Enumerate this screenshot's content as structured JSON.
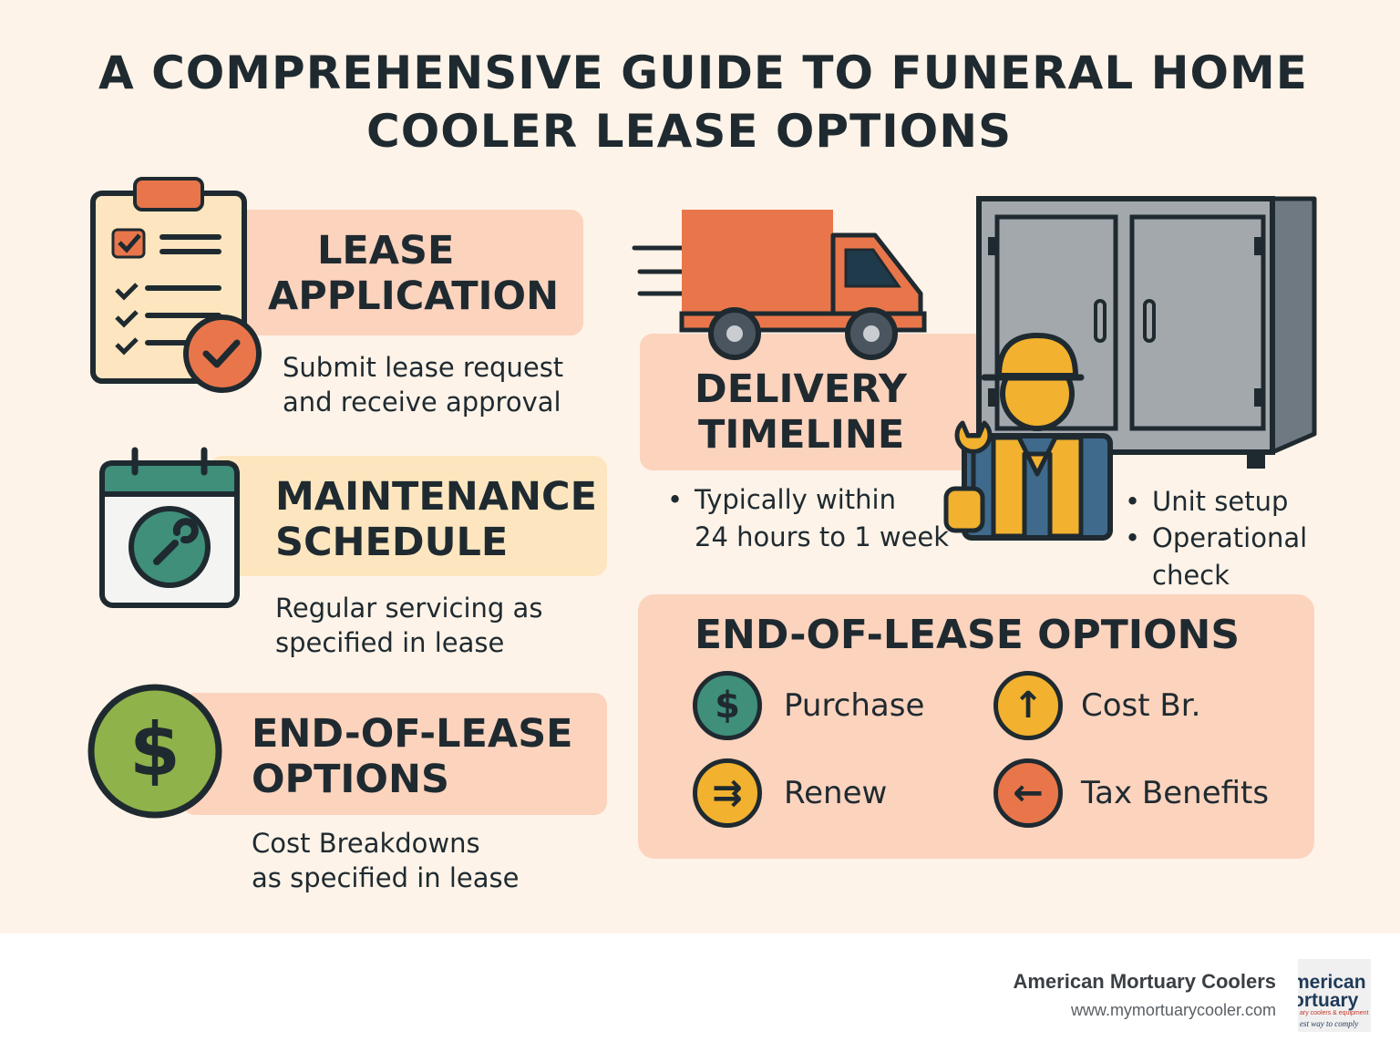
{
  "title": {
    "line1": "A COMPREHENSIVE GUIDE TO FUNERAL HOME",
    "line2": "COOLER LEASE OPTIONS"
  },
  "left": {
    "application": {
      "heading_line1": "LEASE",
      "heading_line2": "APPLICATION",
      "desc_line1": "Submit lease request",
      "desc_line2": "and receive approval",
      "icon": "clipboard-checklist-icon"
    },
    "maintenance": {
      "heading_line1": "MAINTENANCE",
      "heading_line2": "SCHEDULE",
      "desc_line1": "Regular servicing as",
      "desc_line2": "specified in lease",
      "icon": "calendar-wrench-icon"
    },
    "end_of_lease": {
      "heading_line1": "END-OF-LEASE",
      "heading_line2": "OPTIONS",
      "desc_line1": "Cost Breakdowns",
      "desc_line2": "as specified in lease",
      "icon": "dollar-coin-icon"
    }
  },
  "delivery": {
    "heading_line1": "DELIVERY",
    "heading_line2": "TIMELINE",
    "bullet1_line1": "Typically within",
    "bullet1_line2": "24 hours to 1 week",
    "bullet2": "Unit setup",
    "bullet3_line1": "Operational",
    "bullet3_line2": "check",
    "icons": [
      "delivery-truck-icon",
      "cooler-unit-icon",
      "technician-icon"
    ]
  },
  "end_options": {
    "heading": "END-OF-LEASE OPTIONS",
    "items": [
      {
        "label": "Purchase",
        "symbol": "$",
        "icon": "dollar-icon",
        "color": "#3f8f7a"
      },
      {
        "label": "Cost Br.",
        "symbol": "↑",
        "icon": "arrow-up-icon",
        "color": "#f2b12e"
      },
      {
        "label": "Renew",
        "symbol": "⇉",
        "icon": "double-arrow-right-icon",
        "color": "#f2b12e"
      },
      {
        "label": "Tax Benefits",
        "symbol": "←",
        "icon": "arrow-left-icon",
        "color": "#e8764a"
      }
    ]
  },
  "footer": {
    "brand": "American Mortuary Coolers",
    "url": "www.mymortuarycooler.com",
    "logo_line1": "merican",
    "logo_line2": "ortuary",
    "logo_line3": "ary coolers & equipment",
    "logo_line4": "est way to comply"
  },
  "colors": {
    "background": "#fdf3e8",
    "band_peach": "#fcd3bd",
    "band_yellow": "#fde6bf",
    "orange": "#e8764a",
    "teal": "#3f8f7a",
    "green": "#8fb24a",
    "yellow": "#f2b12e",
    "ink": "#1f2a30"
  }
}
